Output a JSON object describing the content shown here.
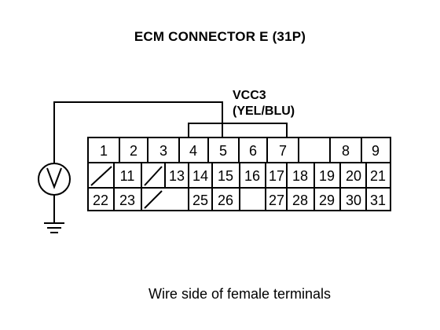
{
  "title": "ECM CONNECTOR E (31P)",
  "wire": {
    "name": "VCC3",
    "color": "(YEL/BLU)"
  },
  "meter": {
    "symbol": "V"
  },
  "connector": {
    "row1": [
      "1",
      "2",
      "3",
      "4",
      "5",
      "",
      "6",
      "7",
      "",
      "8",
      "9"
    ],
    "row2": [
      "",
      "11",
      "",
      "13",
      "14",
      "15",
      "16",
      "17",
      "18",
      "19",
      "20",
      "21"
    ],
    "row3": [
      "22",
      "23",
      "",
      "",
      "25",
      "26",
      "",
      "27",
      "28",
      "29",
      "30",
      "31"
    ]
  },
  "caption": "Wire side of female terminals"
}
